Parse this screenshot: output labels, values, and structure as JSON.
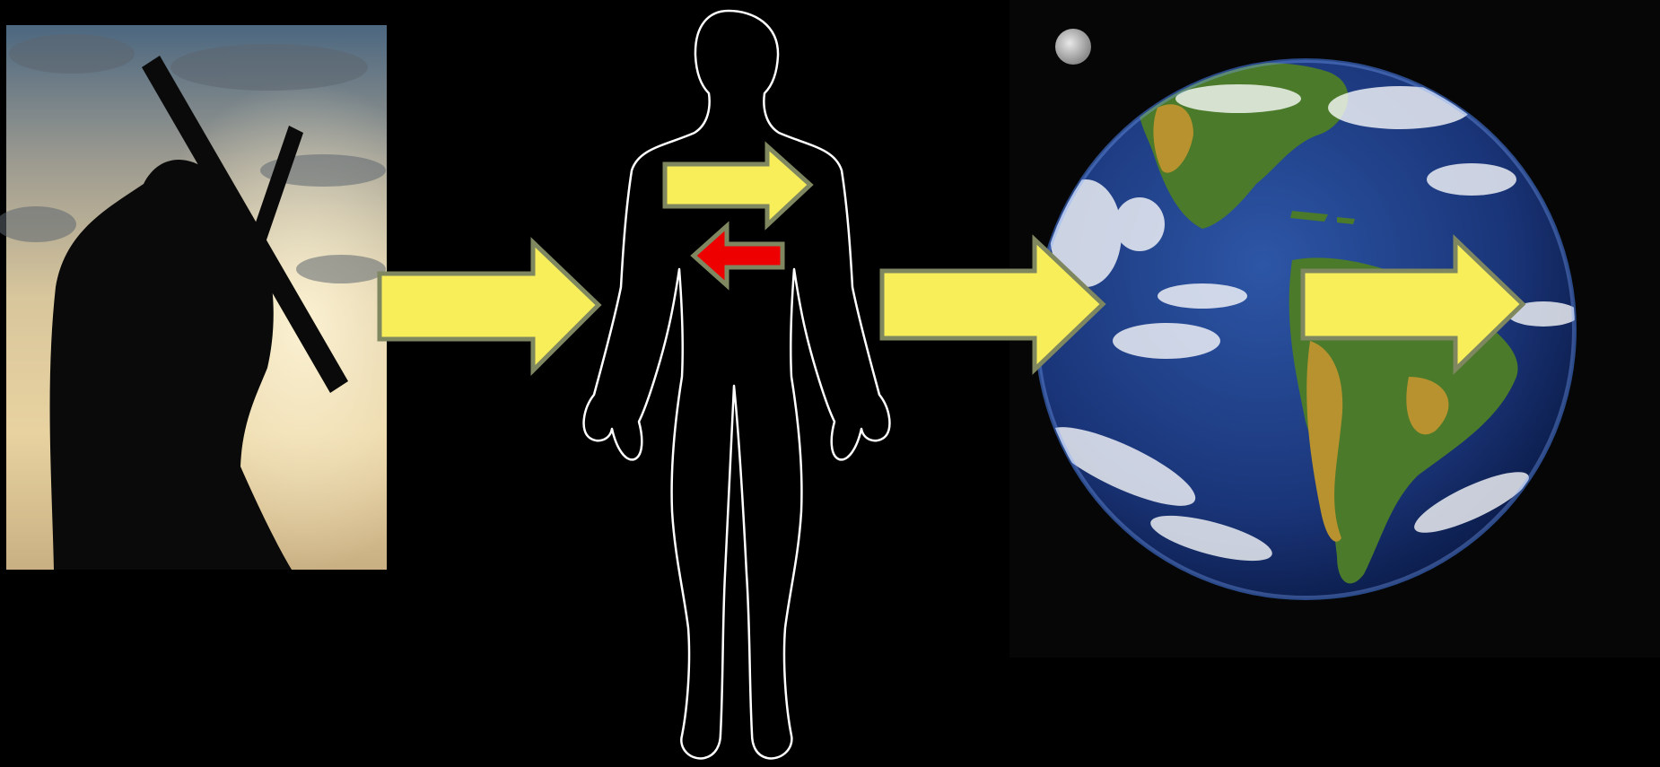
{
  "diagram": {
    "panels": [
      {
        "id": "cross-bearer",
        "kind": "photo"
      },
      {
        "id": "human-body",
        "kind": "outline"
      },
      {
        "id": "earth",
        "kind": "photo"
      }
    ],
    "arrows": [
      {
        "id": "photo-to-body",
        "color": "#f8ee5a",
        "direction": "right"
      },
      {
        "id": "chest-outward",
        "color": "#f8ee5a",
        "direction": "right"
      },
      {
        "id": "chest-inward",
        "color": "#ee0000",
        "direction": "left"
      },
      {
        "id": "body-to-earth",
        "color": "#f8ee5a",
        "direction": "right"
      },
      {
        "id": "across-earth",
        "color": "#f8ee5a",
        "direction": "right"
      }
    ],
    "colors": {
      "background": "#000000",
      "arrow_fill": "#f8ee5a",
      "arrow_outline": "#7f8760",
      "inward_arrow": "#ee0000",
      "body_outline": "#ffffff",
      "ocean": "#17357a",
      "land": "#4a7a2a",
      "desert": "#b8922e"
    },
    "icons": [
      "cross-silhouette-icon",
      "human-body-outline-icon",
      "earth-globe-icon",
      "moon-icon"
    ]
  }
}
